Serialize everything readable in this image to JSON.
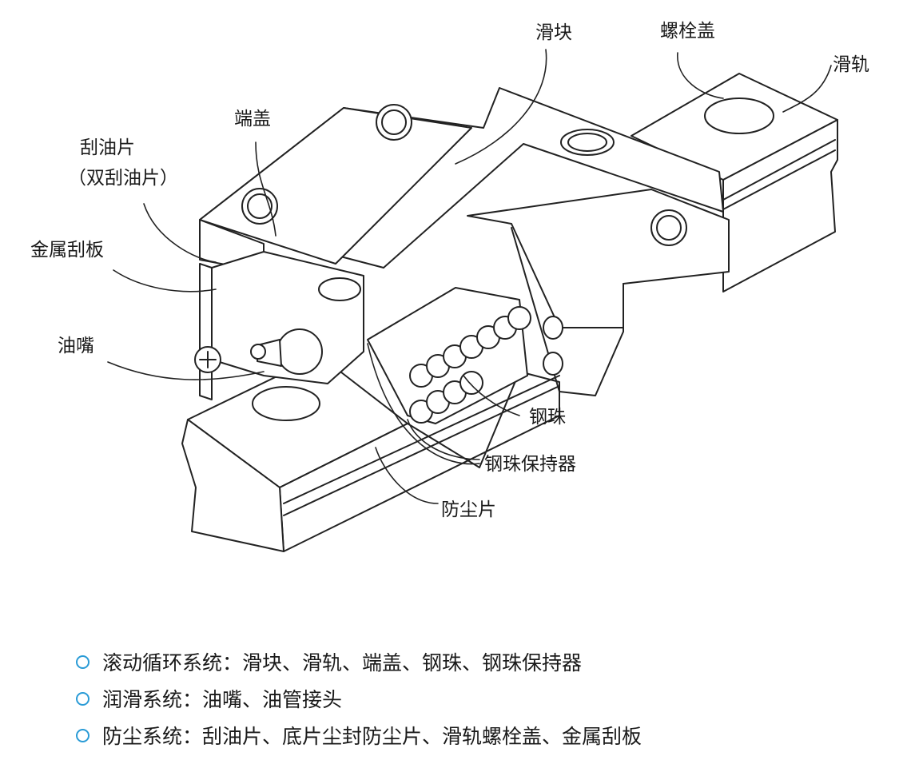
{
  "colors": {
    "bullet": "#2a9bd6",
    "line": "#222222"
  },
  "callouts": {
    "slider": "滑块",
    "bolt_cap": "螺栓盖",
    "rail": "滑轨",
    "end_cap": "端盖",
    "oil_scraper": "刮油片",
    "oil_scraper_sub": "（双刮油片）",
    "metal_scraper": "金属刮板",
    "grease_nipple": "油嘴",
    "steel_ball": "钢珠",
    "ball_retainer": "钢珠保持器",
    "dust_strip": "防尘片"
  },
  "legend": [
    {
      "text": "滚动循环系统：滑块、滑轨、端盖、钢珠、钢珠保持器"
    },
    {
      "text": "润滑系统：油嘴、油管接头"
    },
    {
      "text": "防尘系统：刮油片、底片尘封防尘片、滑轨螺栓盖、金属刮板"
    }
  ]
}
